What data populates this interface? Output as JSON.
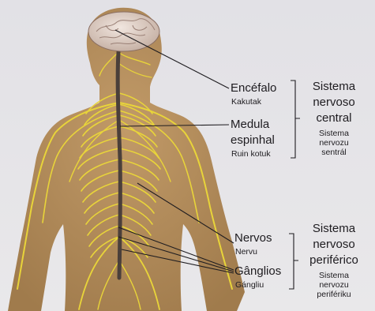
{
  "labels": {
    "encefalo": {
      "title": "Encéfalo",
      "subtitle": "Kakutak"
    },
    "medula": {
      "line1": "Medula",
      "line2": "espinhal",
      "subtitle": "Ruin kotuk"
    },
    "nervos": {
      "title": "Nervos",
      "subtitle": "Nervu"
    },
    "ganglios": {
      "title": "Gânglios",
      "subtitle": "Gángliu"
    }
  },
  "central": {
    "lines": [
      "Sistema",
      "nervoso",
      "central"
    ],
    "sub_lines": [
      "Sistema",
      "nervozu",
      "sentrál"
    ]
  },
  "peripheral": {
    "lines": [
      "Sistema",
      "nervoso",
      "periférico"
    ],
    "sub_lines": [
      "Sistema",
      "nervozu",
      "perifériku"
    ]
  },
  "colors": {
    "skin": "#b08a5a",
    "nerve": "#e8d43a",
    "spine": "#4a3f3a",
    "line": "#1e1c20"
  }
}
